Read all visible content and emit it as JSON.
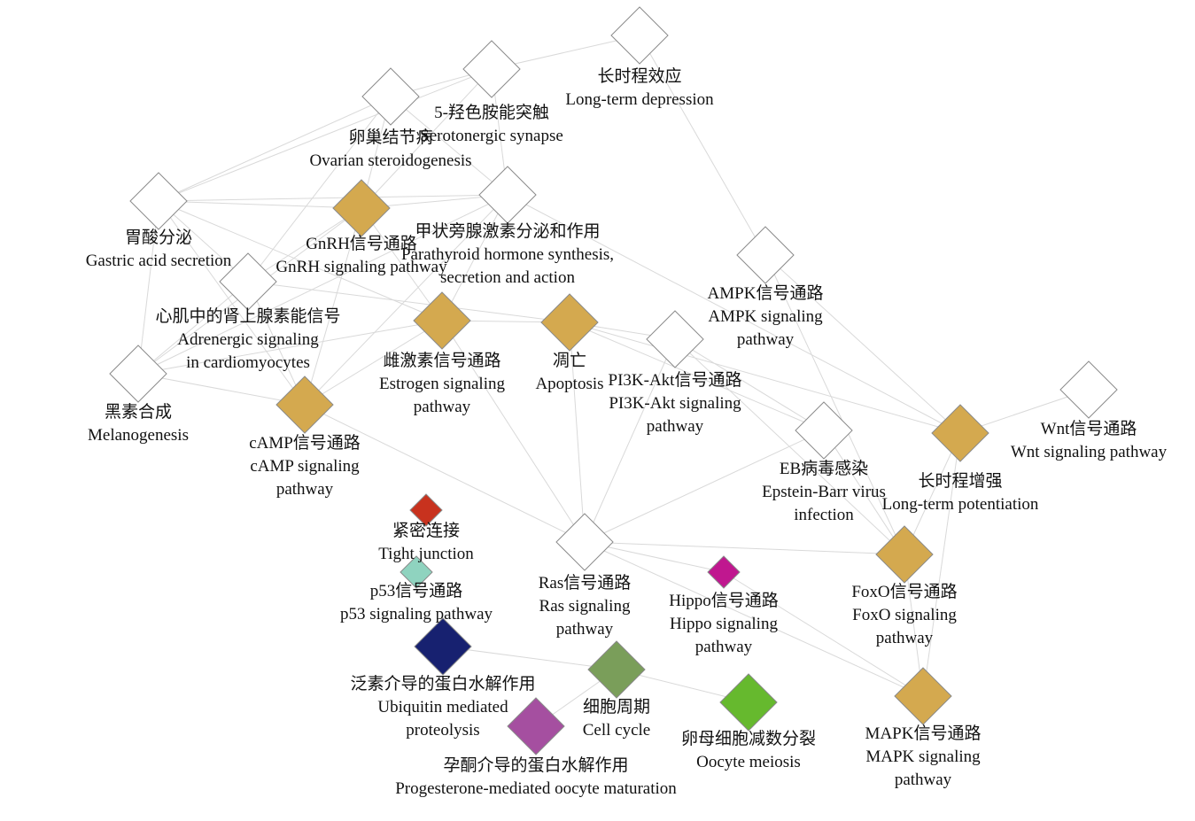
{
  "colors": {
    "edge": "#d9d9d9",
    "node_outline": "#8a8a8a",
    "hub_fill": "#d4a94f",
    "empty_fill": "#ffffff"
  },
  "nodes": [
    {
      "id": "ltd",
      "lines": [
        "长时程效应",
        "Long-term depression"
      ],
      "fill": "#ffffff"
    },
    {
      "id": "sero",
      "lines": [
        "5-羟色胺能突触",
        "Serotonergic synapse"
      ],
      "fill": "#ffffff"
    },
    {
      "id": "ovarian",
      "lines": [
        "卵巢结节病",
        "Ovarian steroidogenesis"
      ],
      "fill": "#ffffff"
    },
    {
      "id": "gastric",
      "lines": [
        "胃酸分泌",
        "Gastric acid secretion"
      ],
      "fill": "#ffffff"
    },
    {
      "id": "gnrh",
      "lines": [
        "GnRH信号通路",
        "GnRH signaling pathway"
      ],
      "fill": "#d4a94f"
    },
    {
      "id": "pth",
      "lines": [
        "甲状旁腺激素分泌和作用",
        "Parathyroid hormone synthesis,",
        "secretion and action"
      ],
      "fill": "#ffffff"
    },
    {
      "id": "adrenergic",
      "lines": [
        "心肌中的肾上腺素能信号",
        "Adrenergic signaling",
        "in cardiomyocytes"
      ],
      "fill": "#ffffff"
    },
    {
      "id": "estrogen",
      "lines": [
        "雌激素信号通路",
        "Estrogen signaling",
        "pathway"
      ],
      "fill": "#d4a94f"
    },
    {
      "id": "apoptosis",
      "lines": [
        "凋亡",
        "Apoptosis"
      ],
      "fill": "#d4a94f"
    },
    {
      "id": "ampk",
      "lines": [
        "AMPK信号通路",
        "AMPK signaling",
        "pathway"
      ],
      "fill": "#ffffff"
    },
    {
      "id": "pi3k",
      "lines": [
        "PI3K-Akt信号通路",
        "PI3K-Akt signaling",
        "pathway"
      ],
      "fill": "#ffffff"
    },
    {
      "id": "melano",
      "lines": [
        "黑素合成",
        "Melanogenesis"
      ],
      "fill": "#ffffff"
    },
    {
      "id": "camp",
      "lines": [
        "cAMP信号通路",
        "cAMP signaling",
        "pathway"
      ],
      "fill": "#d4a94f"
    },
    {
      "id": "ebv",
      "lines": [
        "EB病毒感染",
        "Epstein-Barr virus",
        "infection"
      ],
      "fill": "#ffffff"
    },
    {
      "id": "wnt",
      "lines": [
        "Wnt信号通路",
        "Wnt signaling pathway"
      ],
      "fill": "#ffffff"
    },
    {
      "id": "ltp",
      "lines": [
        "长时程增强",
        "Long-term potentiation"
      ],
      "fill": "#d4a94f"
    },
    {
      "id": "tight",
      "lines": [
        "紧密连接",
        "Tight junction"
      ],
      "fill": "#c8321e"
    },
    {
      "id": "ras",
      "lines": [
        "Ras信号通路",
        "Ras signaling",
        "pathway"
      ],
      "fill": "#ffffff"
    },
    {
      "id": "p53",
      "lines": [
        "p53信号通路",
        "p53 signaling pathway"
      ],
      "fill": "#8fd3bf"
    },
    {
      "id": "hippo",
      "lines": [
        "Hippo信号通路",
        "Hippo signaling",
        "pathway"
      ],
      "fill": "#c0178f"
    },
    {
      "id": "foxo",
      "lines": [
        "FoxO信号通路",
        "FoxO signaling",
        "pathway"
      ],
      "fill": "#d4a94f"
    },
    {
      "id": "ubiq",
      "lines": [
        "泛素介导的蛋白水解作用",
        "Ubiquitin mediated",
        "proteolysis"
      ],
      "fill": "#172170"
    },
    {
      "id": "cellcycle",
      "lines": [
        "细胞周期",
        "Cell cycle"
      ],
      "fill": "#7a9e5a"
    },
    {
      "id": "oocyte",
      "lines": [
        "卵母细胞减数分裂",
        "Oocyte meiosis"
      ],
      "fill": "#66b92e"
    },
    {
      "id": "mapk",
      "lines": [
        "MAPK信号通路",
        "MAPK signaling",
        "pathway"
      ],
      "fill": "#d4a94f"
    },
    {
      "id": "progest",
      "lines": [
        "孕酮介导的蛋白水解作用",
        "Progesterone-mediated oocyte maturation"
      ],
      "fill": "#a54fa0"
    }
  ],
  "edges": [
    [
      "ltd",
      "sero"
    ],
    [
      "ltd",
      "ampk"
    ],
    [
      "sero",
      "ovarian"
    ],
    [
      "sero",
      "pth"
    ],
    [
      "sero",
      "gnrh"
    ],
    [
      "sero",
      "gastric"
    ],
    [
      "ovarian",
      "gastric"
    ],
    [
      "ovarian",
      "gnrh"
    ],
    [
      "ovarian",
      "pth"
    ],
    [
      "ovarian",
      "adrenergic"
    ],
    [
      "gastric",
      "gnrh"
    ],
    [
      "gastric",
      "pth"
    ],
    [
      "gastric",
      "adrenergic"
    ],
    [
      "gastric",
      "melano"
    ],
    [
      "gastric",
      "camp"
    ],
    [
      "gastric",
      "estrogen"
    ],
    [
      "gnrh",
      "pth"
    ],
    [
      "gnrh",
      "adrenergic"
    ],
    [
      "gnrh",
      "estrogen"
    ],
    [
      "gnrh",
      "camp"
    ],
    [
      "gnrh",
      "melano"
    ],
    [
      "pth",
      "camp"
    ],
    [
      "pth",
      "estrogen"
    ],
    [
      "pth",
      "ltp"
    ],
    [
      "pth",
      "melano"
    ],
    [
      "adrenergic",
      "camp"
    ],
    [
      "adrenergic",
      "melano"
    ],
    [
      "adrenergic",
      "apoptosis"
    ],
    [
      "estrogen",
      "apoptosis"
    ],
    [
      "estrogen",
      "camp"
    ],
    [
      "estrogen",
      "melano"
    ],
    [
      "estrogen",
      "ras"
    ],
    [
      "apoptosis",
      "pi3k"
    ],
    [
      "apoptosis",
      "ras"
    ],
    [
      "apoptosis",
      "ltp"
    ],
    [
      "apoptosis",
      "ebv"
    ],
    [
      "ampk",
      "foxo"
    ],
    [
      "ampk",
      "ltp"
    ],
    [
      "pi3k",
      "ras"
    ],
    [
      "pi3k",
      "foxo"
    ],
    [
      "pi3k",
      "ebv"
    ],
    [
      "camp",
      "ras"
    ],
    [
      "camp",
      "melano"
    ],
    [
      "ras",
      "foxo"
    ],
    [
      "ras",
      "hippo"
    ],
    [
      "ras",
      "mapk"
    ],
    [
      "ltp",
      "wnt"
    ],
    [
      "ltp",
      "mapk"
    ],
    [
      "ltp",
      "foxo"
    ],
    [
      "ebv",
      "foxo"
    ],
    [
      "ebv",
      "ras"
    ],
    [
      "foxo",
      "mapk"
    ],
    [
      "hippo",
      "mapk"
    ],
    [
      "ubiq",
      "cellcycle"
    ],
    [
      "cellcycle",
      "oocyte"
    ],
    [
      "progest",
      "cellcycle"
    ]
  ]
}
